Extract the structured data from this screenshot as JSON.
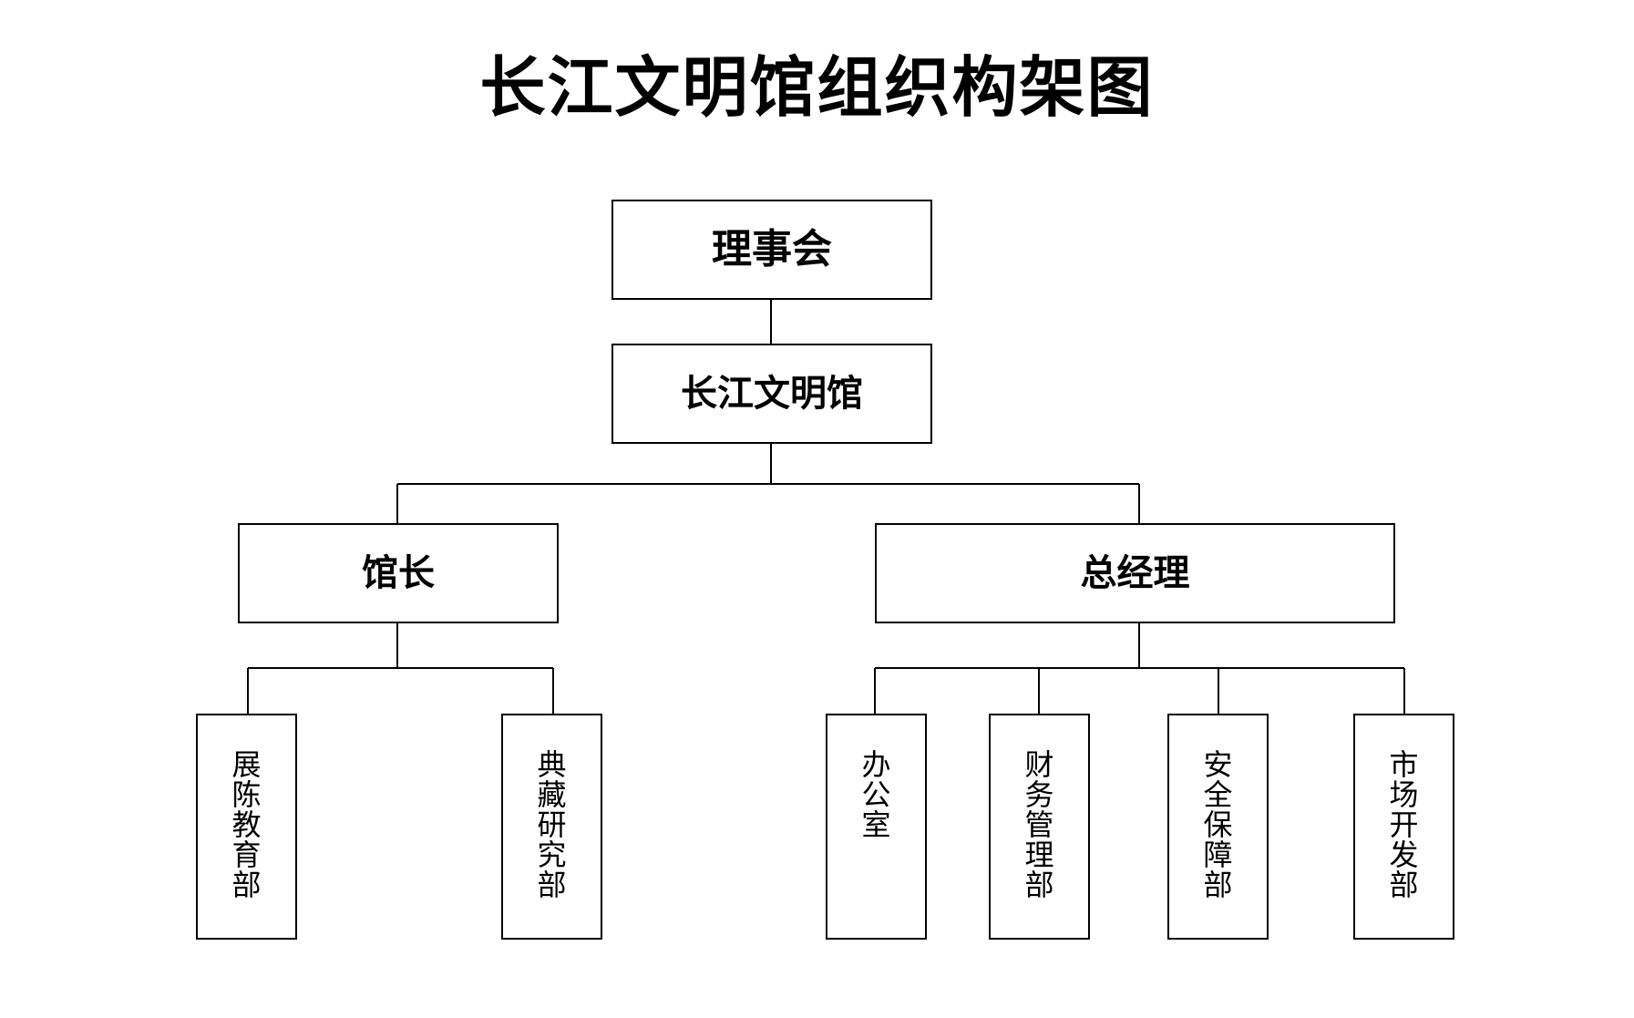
{
  "title": "长江文明馆组织构架图",
  "nodes": {
    "board": "理事会",
    "museum": "长江文明馆",
    "curator": "馆长",
    "general_manager": "总经理",
    "exhibition": "展陈教育部",
    "collection": "典藏研究部",
    "office": "办公室",
    "finance": "财务管理部",
    "security": "安全保障部",
    "marketing": "市场开发部"
  },
  "colors": {
    "line": "#000000",
    "box_border": "#000000",
    "background": "#ffffff"
  }
}
